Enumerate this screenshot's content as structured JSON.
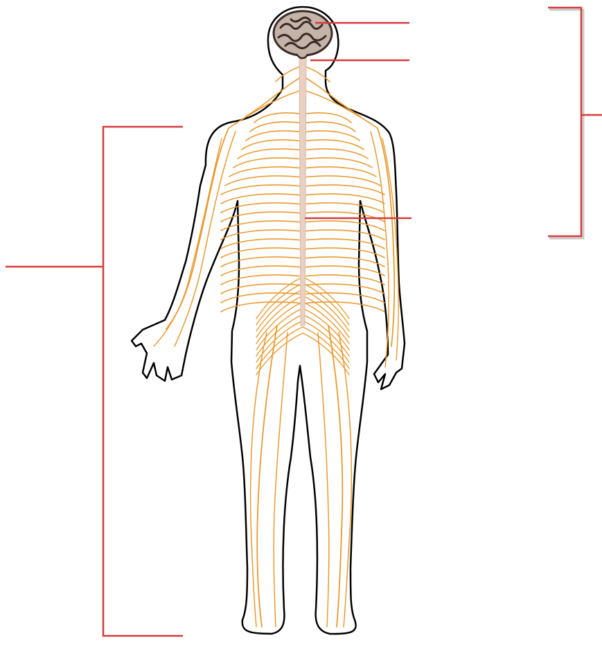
{
  "diagram": {
    "labels": [],
    "colors": {
      "outline": "#000000",
      "skin": "#ffffff",
      "nerve": "#e8992e",
      "spinal_cord": "#ead0c2",
      "brain_fill": "#c4b3a8",
      "brain_fold": "#3a2a24",
      "leader": "#d63a3a",
      "leader_shadow": "#c9c9c9"
    },
    "parts": [
      {
        "key": "brain",
        "name": "brain-icon"
      },
      {
        "key": "spinal_cord",
        "name": "spinal-cord"
      },
      {
        "key": "nerves",
        "name": "peripheral-nerves"
      }
    ]
  }
}
